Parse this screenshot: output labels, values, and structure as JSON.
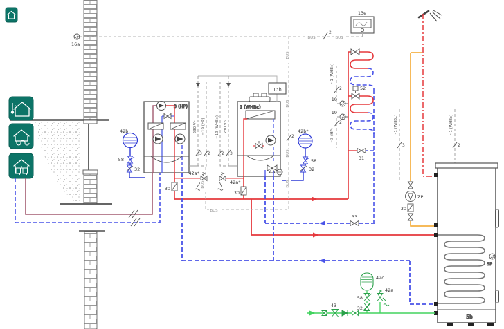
{
  "colors": {
    "teal": "#0c7467",
    "red": "#e5383c",
    "blue": "#4953e8",
    "maroon": "#a35b70",
    "orange": "#f4a323",
    "green": "#42d35f",
    "gray_wire": "#9a9a9a",
    "structure": "#555555"
  },
  "icons": {
    "top_left": "building-icon",
    "icon1": "room-temperature-house-icon",
    "icon2": "underfloor-heating-house-icon",
    "icon3": "radiator-heating-house-icon",
    "shower": "shower-head-icon"
  },
  "devices": {
    "heat_pump": "3 (HP)",
    "boiler": "1 (WHBc)",
    "module": "13h",
    "room_controller": "13e",
    "tank": "5b",
    "dhw_pump": "ZP"
  },
  "sensors": {
    "outdoor": "16a",
    "flow": "19",
    "storage": "SP"
  },
  "vessels": {
    "hp": "42b",
    "boiler": "42b*",
    "dhw": "42c"
  },
  "valves": {
    "check": "30",
    "overflow": "31",
    "regulating": "32",
    "balancing": "33",
    "inlet_group": "43",
    "zone": "52",
    "cap": "58",
    "safety_heating": "42a*",
    "safety_dhw": "42a"
  },
  "wiring": {
    "bus": "BUS",
    "mains": "230 V~",
    "sensor_hp": "~19 (HP)",
    "sensor_boiler": "~19 (WHBc)",
    "line_boiler": "~1 (WHBc)",
    "line_hp": "~3 (HP)",
    "cores_2": "2",
    "cores_3": "3"
  }
}
